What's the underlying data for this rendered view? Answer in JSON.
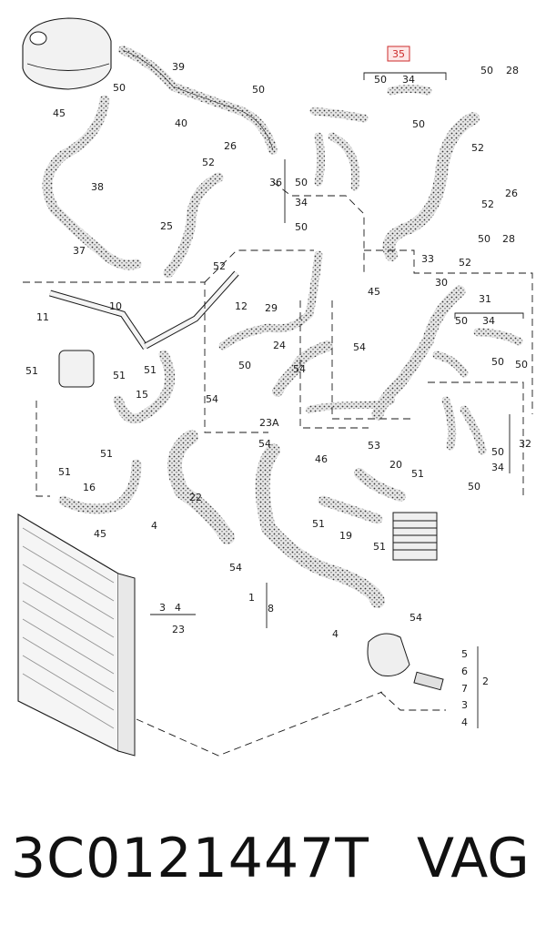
{
  "diagram": {
    "highlighted_callout": "35",
    "callouts": [
      {
        "key": "45a",
        "text": "45"
      },
      {
        "key": "50a",
        "text": "50"
      },
      {
        "key": "39",
        "text": "39"
      },
      {
        "key": "50b",
        "text": "50"
      },
      {
        "key": "40",
        "text": "40"
      },
      {
        "key": "26a",
        "text": "26"
      },
      {
        "key": "52a",
        "text": "52"
      },
      {
        "key": "38",
        "text": "38"
      },
      {
        "key": "25",
        "text": "25"
      },
      {
        "key": "37",
        "text": "37"
      },
      {
        "key": "34a",
        "text": "34"
      },
      {
        "key": "50c",
        "text": "50"
      },
      {
        "key": "50d",
        "text": "50"
      },
      {
        "key": "50e",
        "text": "50"
      },
      {
        "key": "28a",
        "text": "28"
      },
      {
        "key": "52b",
        "text": "52"
      },
      {
        "key": "36",
        "text": "36"
      },
      {
        "key": "50f",
        "text": "50"
      },
      {
        "key": "34b",
        "text": "34"
      },
      {
        "key": "50g",
        "text": "50"
      },
      {
        "key": "26b",
        "text": "26"
      },
      {
        "key": "52c",
        "text": "52"
      },
      {
        "key": "33",
        "text": "33"
      },
      {
        "key": "52d",
        "text": "52"
      },
      {
        "key": "11",
        "text": "11"
      },
      {
        "key": "10",
        "text": "10"
      },
      {
        "key": "12",
        "text": "12"
      },
      {
        "key": "29",
        "text": "29"
      },
      {
        "key": "45b",
        "text": "45"
      },
      {
        "key": "50h",
        "text": "50"
      },
      {
        "key": "28b",
        "text": "28"
      },
      {
        "key": "52e",
        "text": "52"
      },
      {
        "key": "30",
        "text": "30"
      },
      {
        "key": "31",
        "text": "31"
      },
      {
        "key": "51a",
        "text": "51"
      },
      {
        "key": "51b",
        "text": "51"
      },
      {
        "key": "51c",
        "text": "51"
      },
      {
        "key": "50i",
        "text": "50"
      },
      {
        "key": "24",
        "text": "24"
      },
      {
        "key": "54a",
        "text": "54"
      },
      {
        "key": "50j",
        "text": "50"
      },
      {
        "key": "34c",
        "text": "34"
      },
      {
        "key": "54b",
        "text": "54"
      },
      {
        "key": "15",
        "text": "15"
      },
      {
        "key": "54c",
        "text": "54"
      },
      {
        "key": "50k",
        "text": "50"
      },
      {
        "key": "50l",
        "text": "50"
      },
      {
        "key": "23A",
        "text": "23A"
      },
      {
        "key": "53",
        "text": "53"
      },
      {
        "key": "51d",
        "text": "51"
      },
      {
        "key": "54d",
        "text": "54"
      },
      {
        "key": "46",
        "text": "46"
      },
      {
        "key": "50m",
        "text": "50"
      },
      {
        "key": "32",
        "text": "32"
      },
      {
        "key": "34d",
        "text": "34"
      },
      {
        "key": "51e",
        "text": "51"
      },
      {
        "key": "20",
        "text": "20"
      },
      {
        "key": "51f",
        "text": "51"
      },
      {
        "key": "50n",
        "text": "50"
      },
      {
        "key": "16",
        "text": "16"
      },
      {
        "key": "22",
        "text": "22"
      },
      {
        "key": "51g",
        "text": "51"
      },
      {
        "key": "19",
        "text": "19"
      },
      {
        "key": "51h",
        "text": "51"
      },
      {
        "key": "45c",
        "text": "45"
      },
      {
        "key": "4a",
        "text": "4"
      },
      {
        "key": "54e",
        "text": "54"
      },
      {
        "key": "1",
        "text": "1"
      },
      {
        "key": "8",
        "text": "8"
      },
      {
        "key": "3a",
        "text": "3"
      },
      {
        "key": "4b",
        "text": "4"
      },
      {
        "key": "23",
        "text": "23"
      },
      {
        "key": "54f",
        "text": "54"
      },
      {
        "key": "4c",
        "text": "4"
      },
      {
        "key": "5",
        "text": "5"
      },
      {
        "key": "6",
        "text": "6"
      },
      {
        "key": "7",
        "text": "7"
      },
      {
        "key": "2",
        "text": "2"
      },
      {
        "key": "3b",
        "text": "3"
      },
      {
        "key": "4d",
        "text": "4"
      }
    ]
  },
  "footer": {
    "part_number": "3C0121447T",
    "brand": "VAG"
  }
}
